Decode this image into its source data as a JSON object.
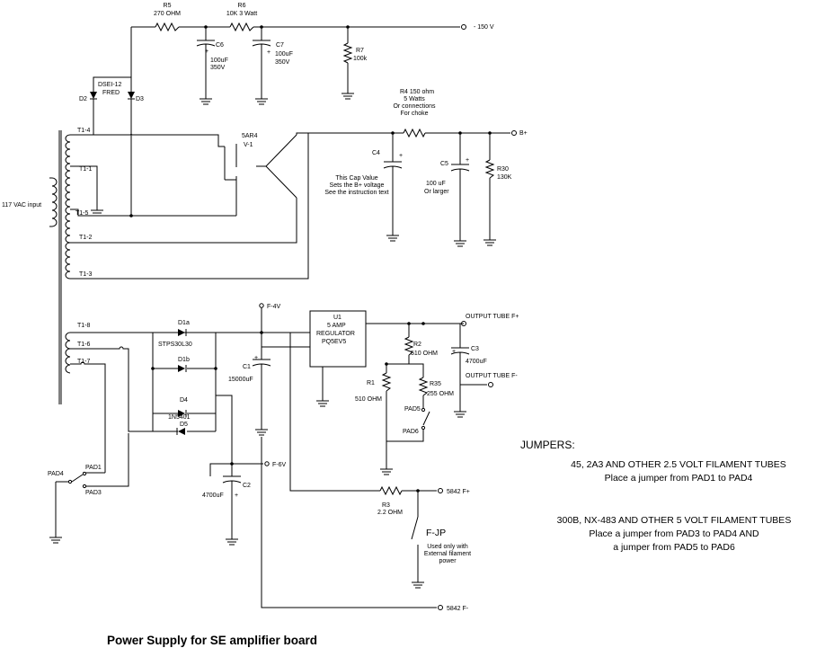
{
  "title": "Power Supply for SE amplifier board",
  "components": {
    "R5": [
      "R5",
      "270 OHM"
    ],
    "R6": [
      "R6",
      "10K 3 Watt"
    ],
    "C6": [
      "C6",
      "+",
      "100uF",
      "350V"
    ],
    "C7": [
      "C7",
      "+",
      "100uF",
      "350V"
    ],
    "R7": [
      "R7",
      "100k"
    ],
    "fred": [
      "DSEI-12",
      "FRED"
    ],
    "D2": "D2",
    "D3": "D3",
    "tube": [
      "5AR4",
      "V-1"
    ],
    "R4": [
      "R4 150 ohm",
      "5 Watts",
      "Or connections",
      "For choke"
    ],
    "C4": [
      "C4",
      "+"
    ],
    "C5": [
      "C5",
      "+"
    ],
    "cap_note": [
      "This Cap Value",
      "Sets the B+ voltage",
      "See the instruction text"
    ],
    "c5_value": [
      "100 uF",
      "Or larger"
    ],
    "R30": [
      "R30",
      "130K"
    ],
    "U1": [
      "U1",
      "5 AMP",
      "REGULATOR",
      "PQ5EV5"
    ],
    "D1a": "D1a",
    "bridge_part": "STPS30L30",
    "D1b": "D1b",
    "C1": [
      "+",
      "C1",
      "15000uF"
    ],
    "R2": [
      "R2",
      "510 OHM"
    ],
    "C3": [
      "+",
      "C3",
      "4700uF"
    ],
    "R1": [
      "R1",
      "510 OHM"
    ],
    "R35": [
      "R35",
      "255 OHM"
    ],
    "D4": "D4",
    "diode_part": "1N5401",
    "D5": "D5",
    "C2": [
      "C2",
      "4700uF",
      "+"
    ],
    "R3": [
      "R3",
      "2.2 OHM"
    ],
    "FJP": "F-JP",
    "fjp_note": [
      "Used only with",
      "External filament",
      "power"
    ]
  },
  "terminals": {
    "neg150": "- 150 V",
    "bplus": "B+",
    "f4v": "F-4V",
    "f6v": "F-6V",
    "out_fplus": "OUTPUT TUBE F+",
    "out_fminus": "OUTPUT TUBE F-",
    "fplus5842": "5842 F+",
    "fminus5842": "5842 F-"
  },
  "transformer": {
    "input": "117 VAC input",
    "taps": [
      "T1-4",
      "T1-1",
      "T1-5",
      "T1-2",
      "T1-3",
      "T1-8",
      "T1-6",
      "T1-7"
    ]
  },
  "pads": {
    "pad1": "PAD1",
    "pad3": "PAD3",
    "pad4": "PAD4",
    "pad5": "PAD5",
    "pad6": "PAD6"
  },
  "jumpers": {
    "heading": "JUMPERS:",
    "group1": [
      "45,  2A3  AND OTHER 2.5 VOLT FILAMENT TUBES",
      "Place a jumper from PAD1 to PAD4"
    ],
    "group2": [
      "300B,  NX-483 AND OTHER 5 VOLT FILAMENT TUBES",
      "Place a jumper from PAD3 to PAD4 AND",
      "a jumper from PAD5 to PAD6"
    ]
  }
}
